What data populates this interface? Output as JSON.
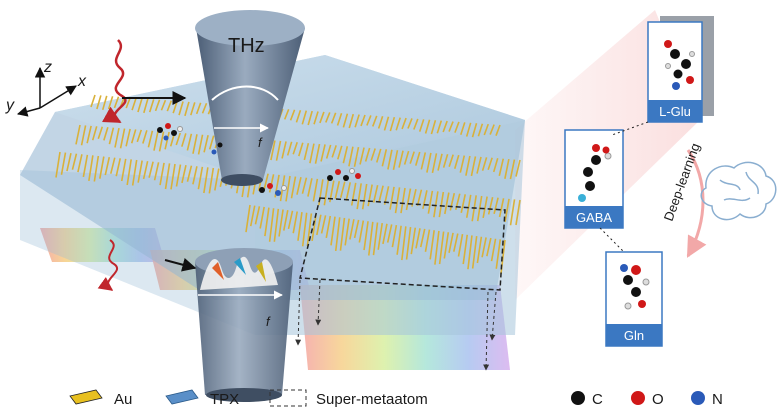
{
  "diagram": {
    "beam_label": "THz",
    "frequency_label": "f",
    "axes": {
      "x": "x",
      "y": "y",
      "z": "z"
    },
    "legend": [
      {
        "name": "Au",
        "color": "#e8c020"
      },
      {
        "name": "TPX",
        "color": "#5a8fc8"
      },
      {
        "name": "Super-metaatom",
        "color": "#333333"
      }
    ],
    "atoms": [
      {
        "symbol": "C",
        "color": "#111111"
      },
      {
        "symbol": "O",
        "color": "#d01818"
      },
      {
        "symbol": "N",
        "color": "#2a5ab8"
      }
    ],
    "molecules": [
      {
        "name": "L-Glu"
      },
      {
        "name": "GABA"
      },
      {
        "name": "Gln"
      }
    ],
    "method_label": "Deep-learning",
    "colors": {
      "gold": "#d9b13a",
      "substrate": "#b9d3e6",
      "beam": "#6d7f96",
      "card_border": "#3b78c2",
      "card_label_bg": "#3b78c2",
      "wave": "#c0262c",
      "arrow_pink": "#f2a8a8"
    }
  }
}
